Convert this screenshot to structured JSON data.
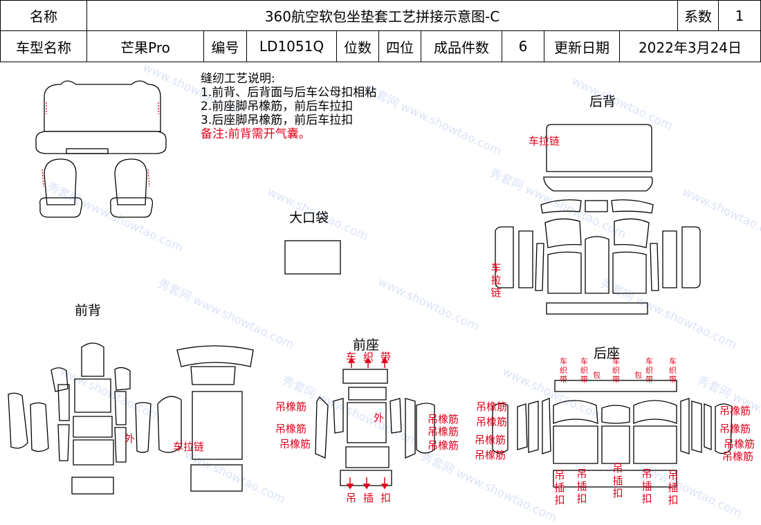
{
  "header": {
    "row1": {
      "name_label": "名称",
      "title": "360航空软包坐垫套工艺拼接示意图-C",
      "coef_label": "系数",
      "coef_value": "1"
    },
    "row2": {
      "model_label": "车型名称",
      "model_value": "芒果Pro",
      "code_label": "编号",
      "code_value": "LD1051Q",
      "seats_label": "位数",
      "seats_value": "四位",
      "pieces_label": "成品件数",
      "pieces_value": "6",
      "date_label": "更新日期",
      "date_value": "2022年3月24日"
    }
  },
  "notes": {
    "title": "缝纫工艺说明:",
    "line1": "1.前背、后背面与后车公母扣相粘",
    "line2": "2.前座脚吊橡筋，前后车拉扣",
    "line3": "3.后座脚吊橡筋，前后车拉扣",
    "remark": "备注:前背需开气囊。"
  },
  "sections": {
    "rear_back": "后背",
    "big_pocket": "大口袋",
    "front_back": "前背",
    "front_seat": "前座",
    "rear_seat": "后座"
  },
  "annotations": {
    "zipper": "车拉链",
    "zipper_v": [
      "车",
      "拉",
      "链"
    ],
    "woven_v": [
      "车",
      "织",
      "带"
    ],
    "elastic": "吊橡筋",
    "clip_v": [
      "吊",
      "插",
      "扣"
    ],
    "outer": "外",
    "wrap": "包"
  },
  "watermark": {
    "site": "www.showtao.com",
    "brand": "秀套网"
  },
  "colors": {
    "annotation_red": "#e0001a",
    "line": "#000000",
    "watermark": "#9ab0e8"
  }
}
